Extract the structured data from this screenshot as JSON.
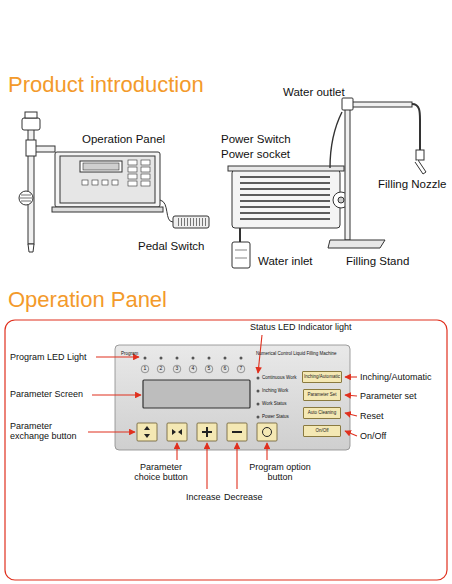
{
  "diagram": {
    "title": "Product introduction",
    "nodes": [
      {
        "text": [
          "Inching/Automatic"
        ]
      },
      {
        "text": [
          "Parameter Set"
        ]
      },
      {
        "text": [
          "Auto Cleaning"
        ]
      },
      {
        "text": [
          "On/Off"
        ]
      }
    ],
    "labels": [
      "Operation Panel",
      "Pedal Switch",
      "Water outlet",
      "Power Switch",
      "Power socket",
      "Filling Nozzle",
      "Water inlet",
      "Filling Stand",
      "Operation Panel",
      "Status LED Indicator light",
      "Program LED Light",
      "Parameter Screen",
      "Inching/Automatic",
      "Parameter set",
      "Reset",
      "Parameter exchange button",
      "On/Off",
      "Parameter choice button",
      "Increase",
      "Decrease",
      "Program option button",
      "Program",
      "1",
      "2",
      "3",
      "4",
      "5",
      "6",
      "7",
      "Numerical Control Liquid Filling Machine",
      "Continuous Work",
      "Inching Work",
      "Work Status",
      "Power Status"
    ]
  }
}
